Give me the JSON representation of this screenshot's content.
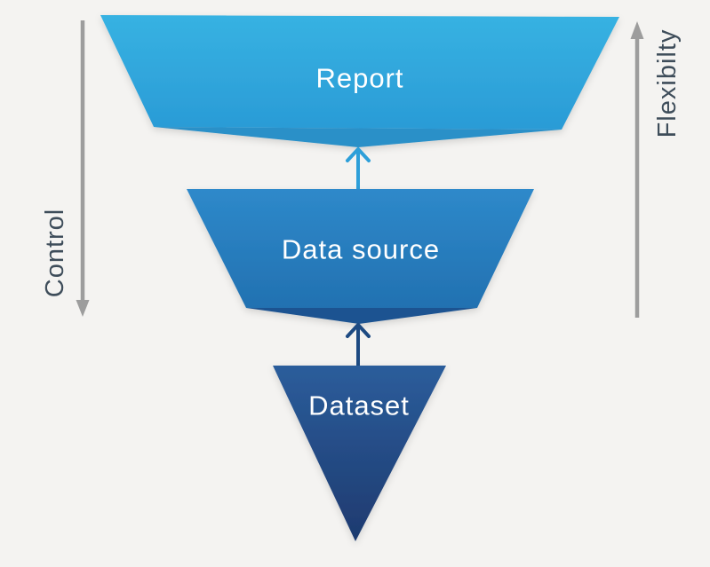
{
  "background": {
    "fill": "#f4f3f1"
  },
  "funnel": {
    "label_color": "#ffffff",
    "levels": [
      {
        "id": "report",
        "label": "Report",
        "color_top": "#37b2e2",
        "color_bottom": "#2a9bd6",
        "color_fold": "#2a90c8"
      },
      {
        "id": "data-source",
        "label": "Data source",
        "color_top": "#2e89ca",
        "color_bottom": "#2271b1",
        "color_fold": "#1d5391"
      },
      {
        "id": "dataset",
        "label": "Dataset",
        "color_top": "#2b5d9b",
        "color_bottom": "#1e3a6f"
      }
    ],
    "arrows": [
      {
        "id": "datasource-to-report",
        "direction": "up",
        "color": "#2d9fd9"
      },
      {
        "id": "dataset-to-datasource",
        "direction": "up",
        "color": "#1d4a82"
      }
    ]
  },
  "axes": {
    "arrow_color": "#9d9d9d",
    "label_color": "#3e4d5a",
    "left": {
      "label": "Control",
      "direction": "down"
    },
    "right": {
      "label": "Flexibilty",
      "direction": "up"
    }
  }
}
